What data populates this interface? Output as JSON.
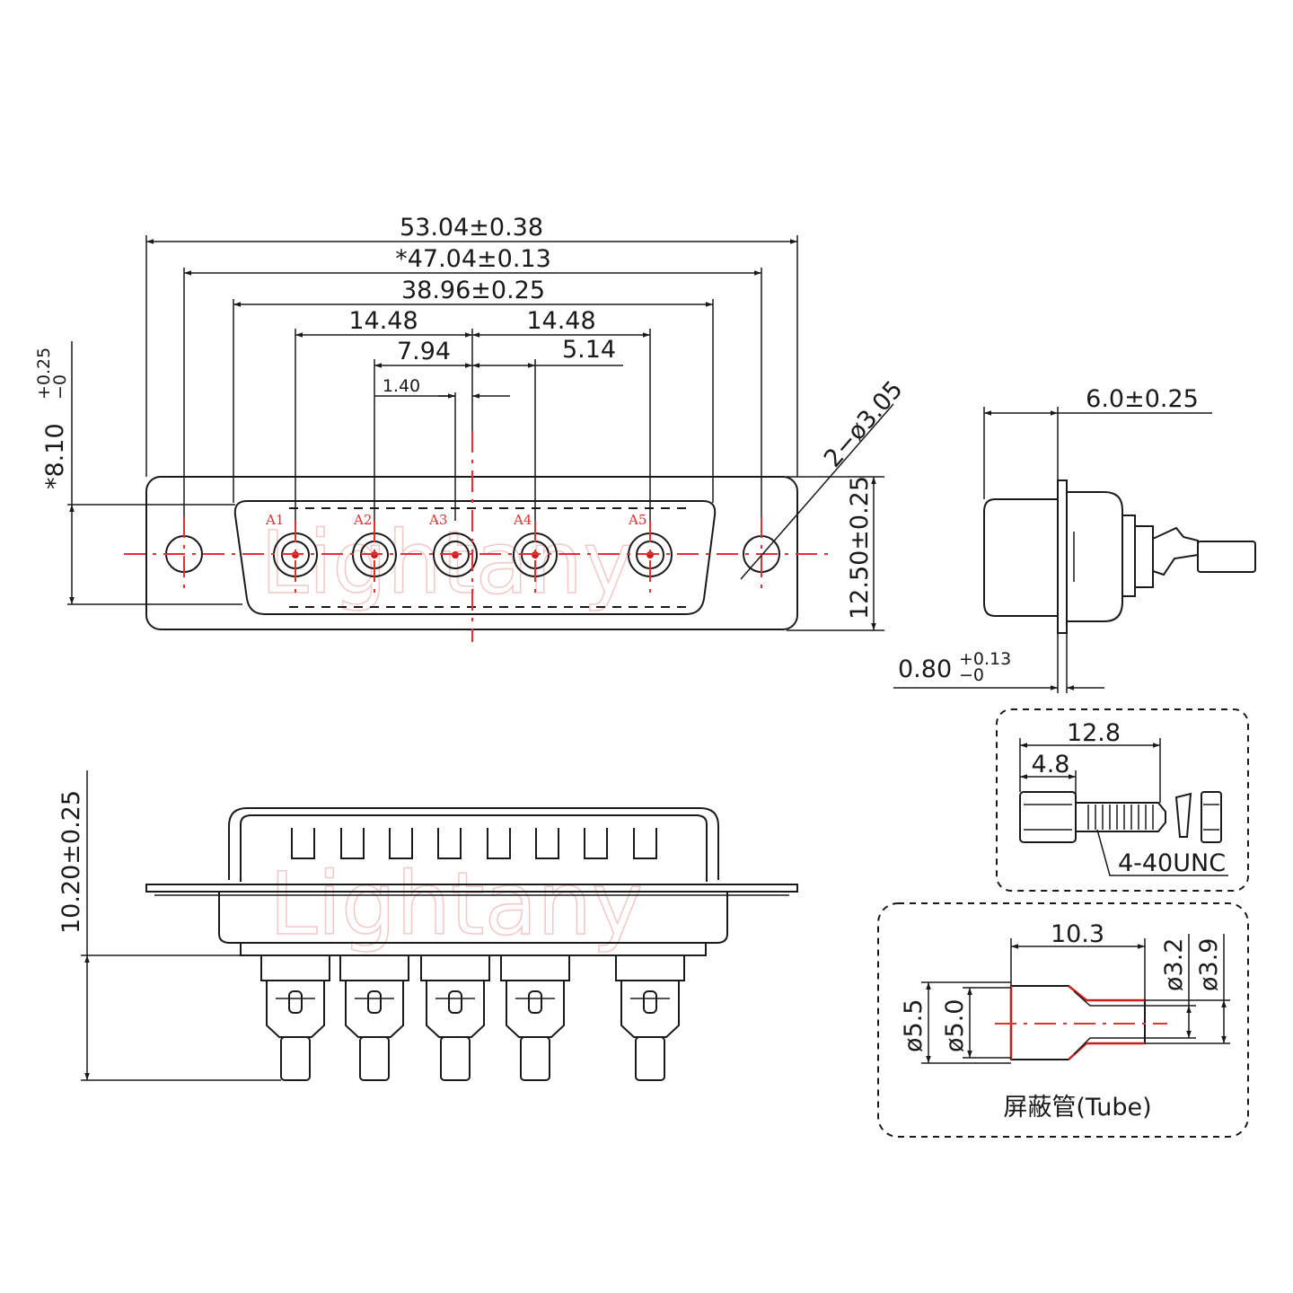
{
  "front_view": {
    "overall_width": "53.04±0.38",
    "mount_hole_pitch": "*47.04±0.13",
    "shell_width": "38.96±0.25",
    "left_pin_span": "14.48",
    "right_pin_span": "14.48",
    "pin_a2_offset": "7.94",
    "pin_a4_offset": "5.14",
    "pin_a3_offset": "1.40",
    "height_dim": "*8.10",
    "height_tol_upper": "+0.25",
    "height_tol_lower": "−0",
    "flange_height": "12.50±0.25",
    "mount_hole": "2−ø3.05",
    "pins": [
      "A1",
      "A2",
      "A3",
      "A4",
      "A5"
    ]
  },
  "side_view": {
    "depth": "6.0±0.25",
    "flange_thickness": "0.80",
    "flange_tol_upper": "+0.13",
    "flange_tol_lower": "−0"
  },
  "bottom_view": {
    "total_height": "10.20±0.25"
  },
  "screw_detail": {
    "length": "12.8",
    "hex_length": "4.8",
    "thread": "4-40UNC"
  },
  "tube_detail": {
    "length": "10.3",
    "d_inner_small": "ø3.2",
    "d_outer_small": "ø3.9",
    "d_outer_large": "ø5.5",
    "d_inner_large": "ø5.0",
    "caption": "屏蔽管(Tube)"
  },
  "watermark": "Lightany"
}
